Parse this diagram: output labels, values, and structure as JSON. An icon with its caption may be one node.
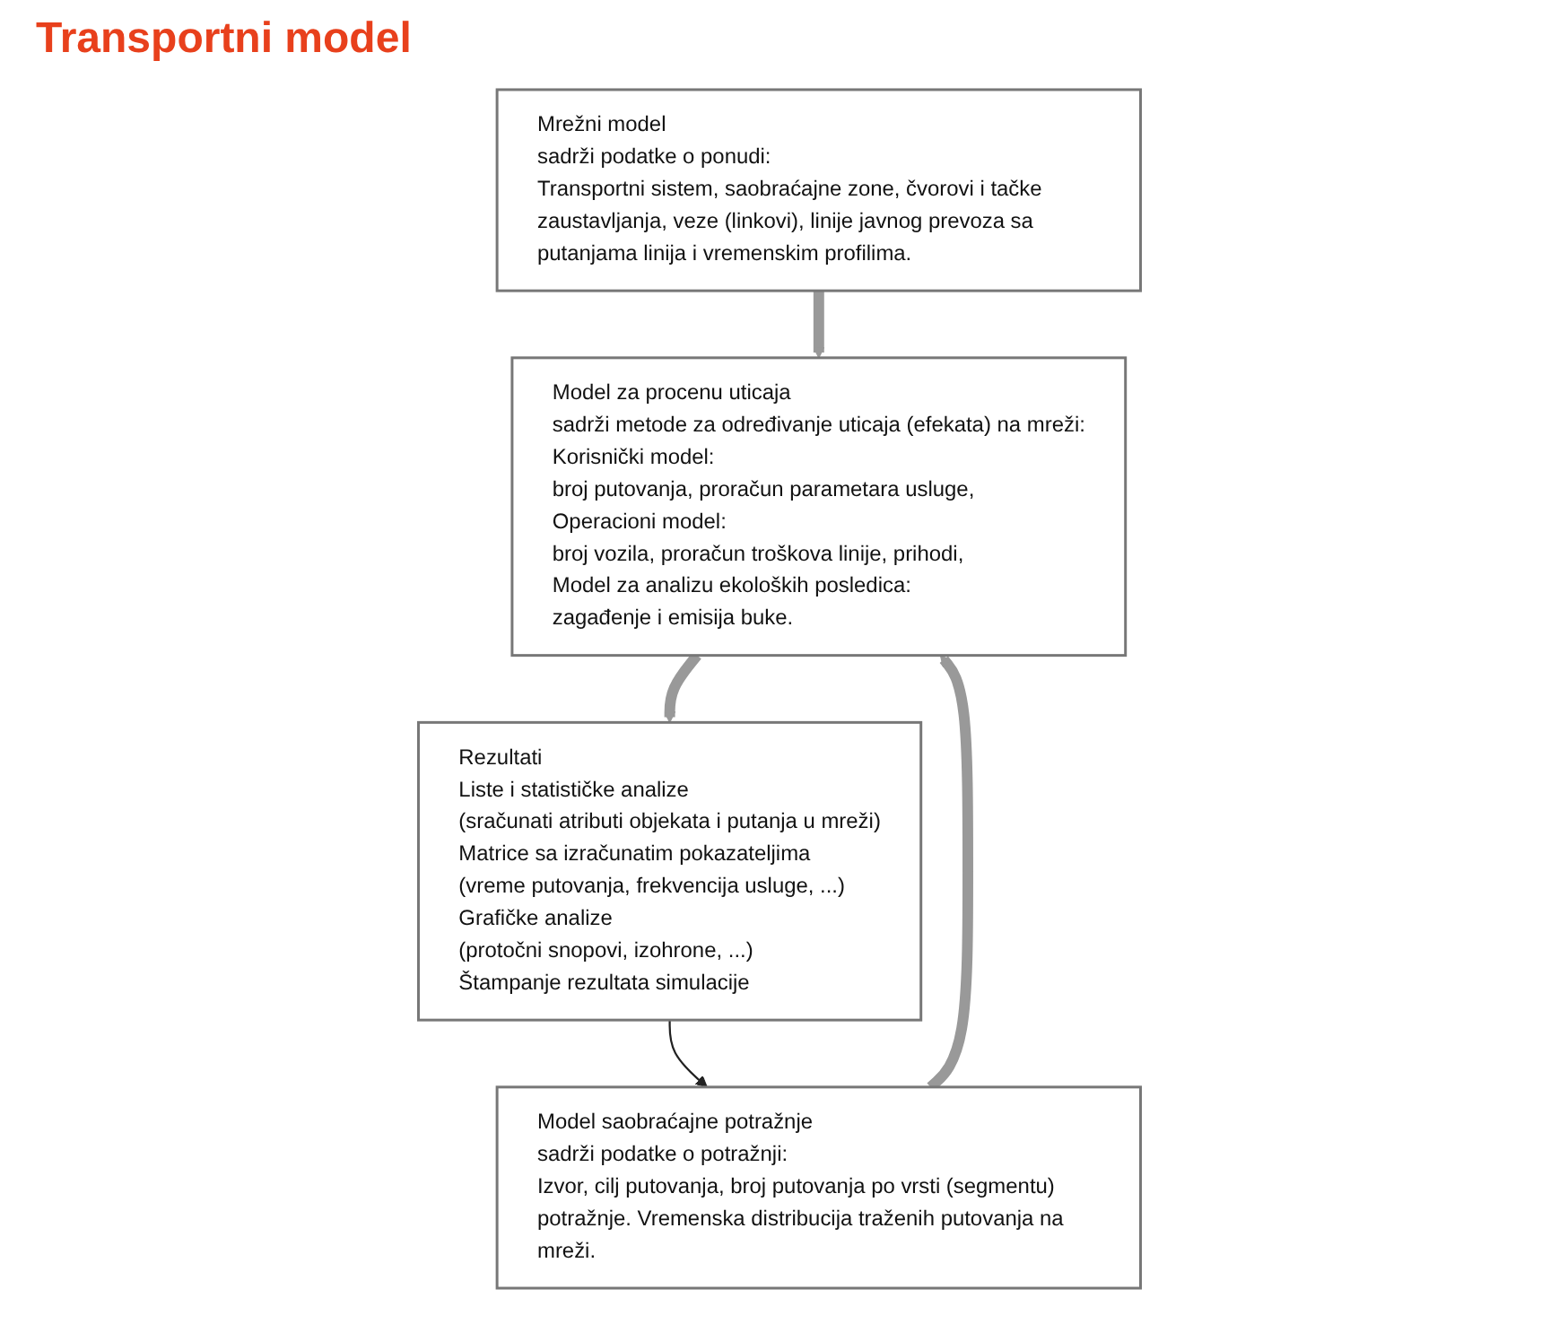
{
  "diagram": {
    "title": "Transportni model",
    "nodes": [
      {
        "text": [
          "Model saobraćajne potražnje",
          "sadrži podatke o potražnji:",
          "Izvor, cilj putovanja, broj putovanja po vrsti (segmentu) potražnje. Vremenska distribucija traženih putovanja na mreži."
        ]
      },
      {
        "text": [
          "Mrežni model",
          "sadrži podatke o ponudi:",
          "Transportni sistem, saobraćajne zone, čvorovi i tačke zaustavljanja, veze (linkovi), linije javnog prevoza sa putanjama linija i vremenskim profilima."
        ]
      },
      {
        "text": [
          "Model za procenu uticaja",
          "sadrži metode za određivanje uticaja (efekata) na mreži:",
          "Korisnički model:",
          "broj putovanja, proračun parametara usluge,",
          "Operacioni model:",
          "broj vozila, proračun troškova linije, prihodi,",
          "Model za analizu ekoloških posledica:",
          "zagađenje i emisija buke."
        ]
      },
      {
        "text": [
          "Rezultati",
          "Liste i statističke analize",
          "(sračunati atributi objekata i putanja u mreži)",
          "Matrice sa izračunatim pokazateljima",
          "(vreme putovanja, frekvencija usluge, ...)",
          "Grafičke analize",
          "(protočni snopovi, izohrone, ...)",
          "Štampanje rezultata simulacije"
        ]
      }
    ],
    "edges": [
      {
        "from": 0,
        "to": 2,
        "arrow": "to"
      },
      {
        "from": 1,
        "to": 2,
        "arrow": "to"
      },
      {
        "from": 2,
        "to": 3,
        "arrow": "to"
      },
      {
        "from": 3,
        "to": 0,
        "arrow": "to",
        "color": "#222222"
      }
    ]
  }
}
